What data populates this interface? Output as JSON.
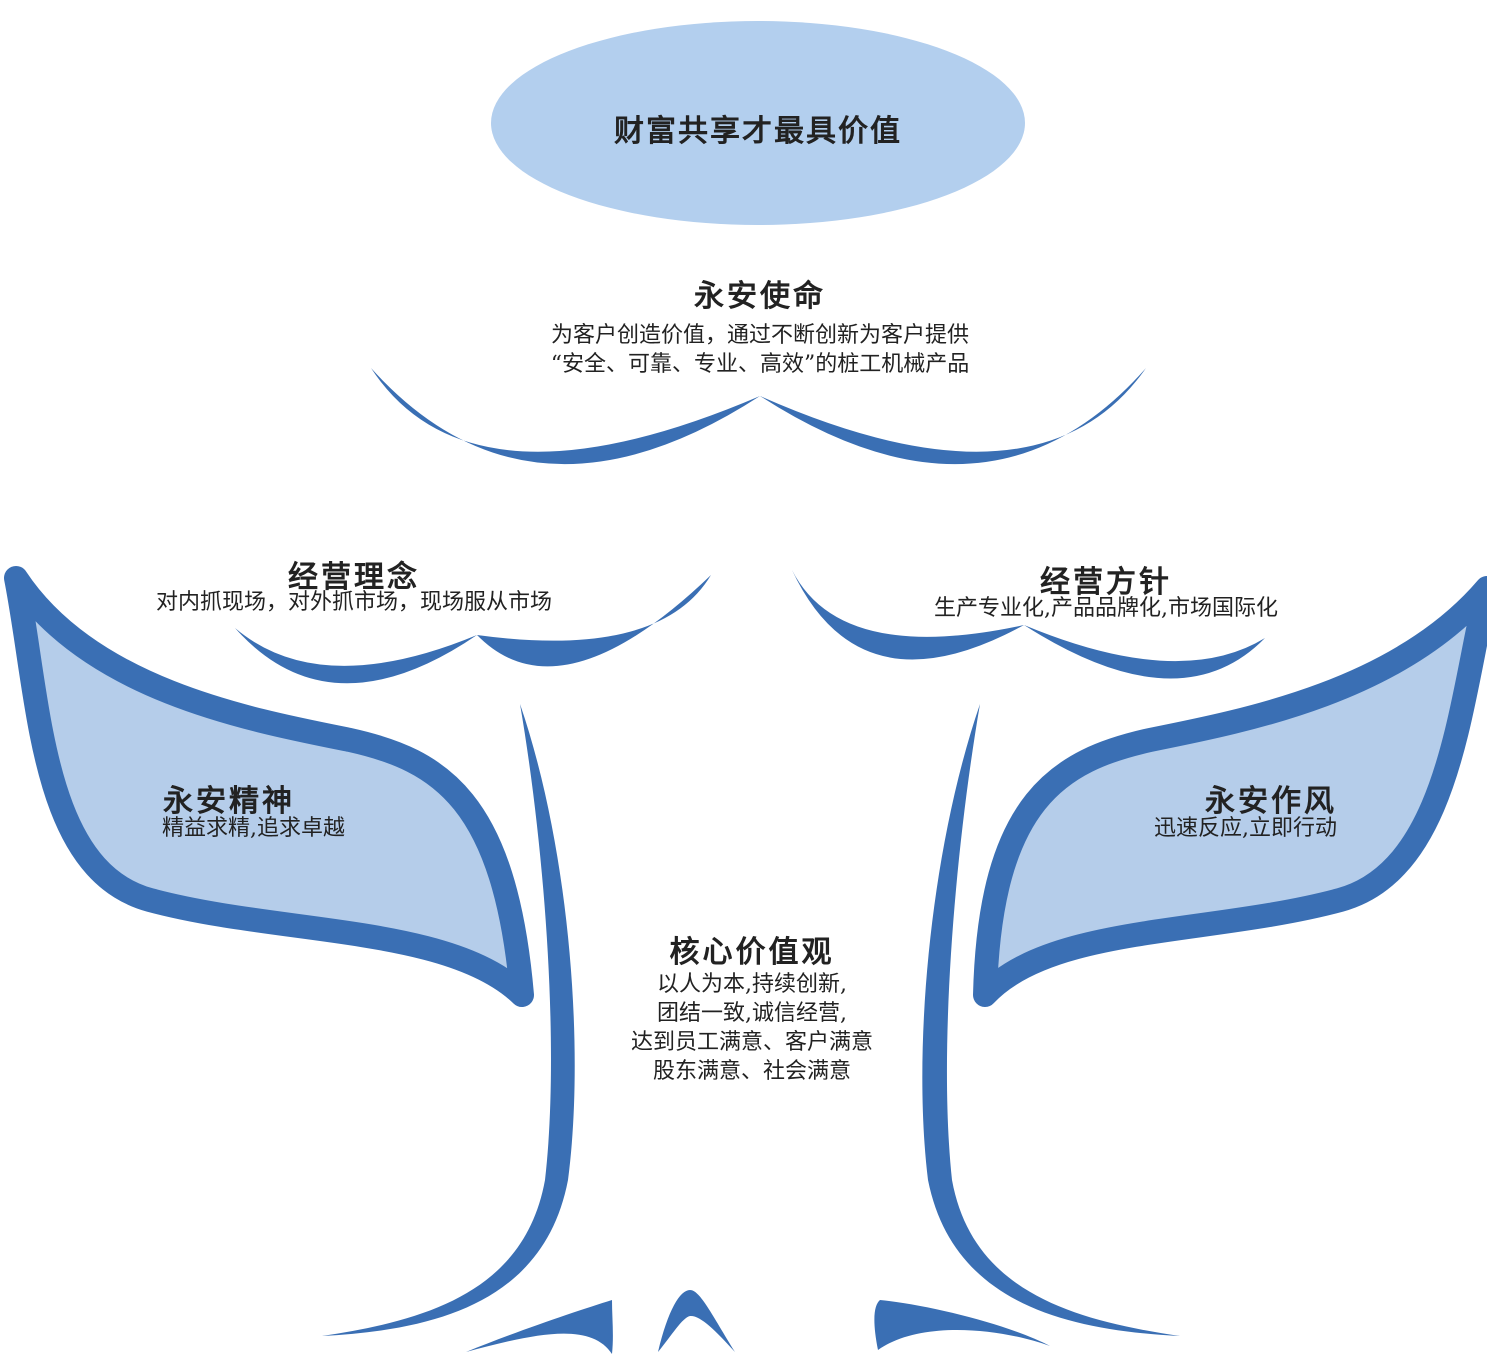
{
  "colors": {
    "branch_stroke": "#3a6fb4",
    "leaf_fill": "#b5cdea",
    "top_ellipse_fill": "#b3cfee",
    "text": "#222222"
  },
  "top": {
    "label": "财富共享才最具价值"
  },
  "mission": {
    "title": "永安使命",
    "lines": [
      "为客户创造价值，通过不断创新为客户提供",
      "“安全、可靠、专业、高效”的桩工机械产品"
    ]
  },
  "philosophy": {
    "title": "经营理念",
    "text": "对内抓现场，对外抓市场，现场服从市场"
  },
  "policy": {
    "title": "经营方针",
    "text": "生产专业化,产品品牌化,市场国际化"
  },
  "spirit": {
    "title": "永安精神",
    "text": "精益求精,追求卓越"
  },
  "style": {
    "title": "永安作风",
    "text": "迅速反应,立即行动"
  },
  "core": {
    "title": "核心价值观",
    "lines": [
      "以人为本,持续创新,",
      "团结一致,诚信经营,",
      "达到员工满意、客户满意",
      "股东满意、社会满意"
    ]
  }
}
